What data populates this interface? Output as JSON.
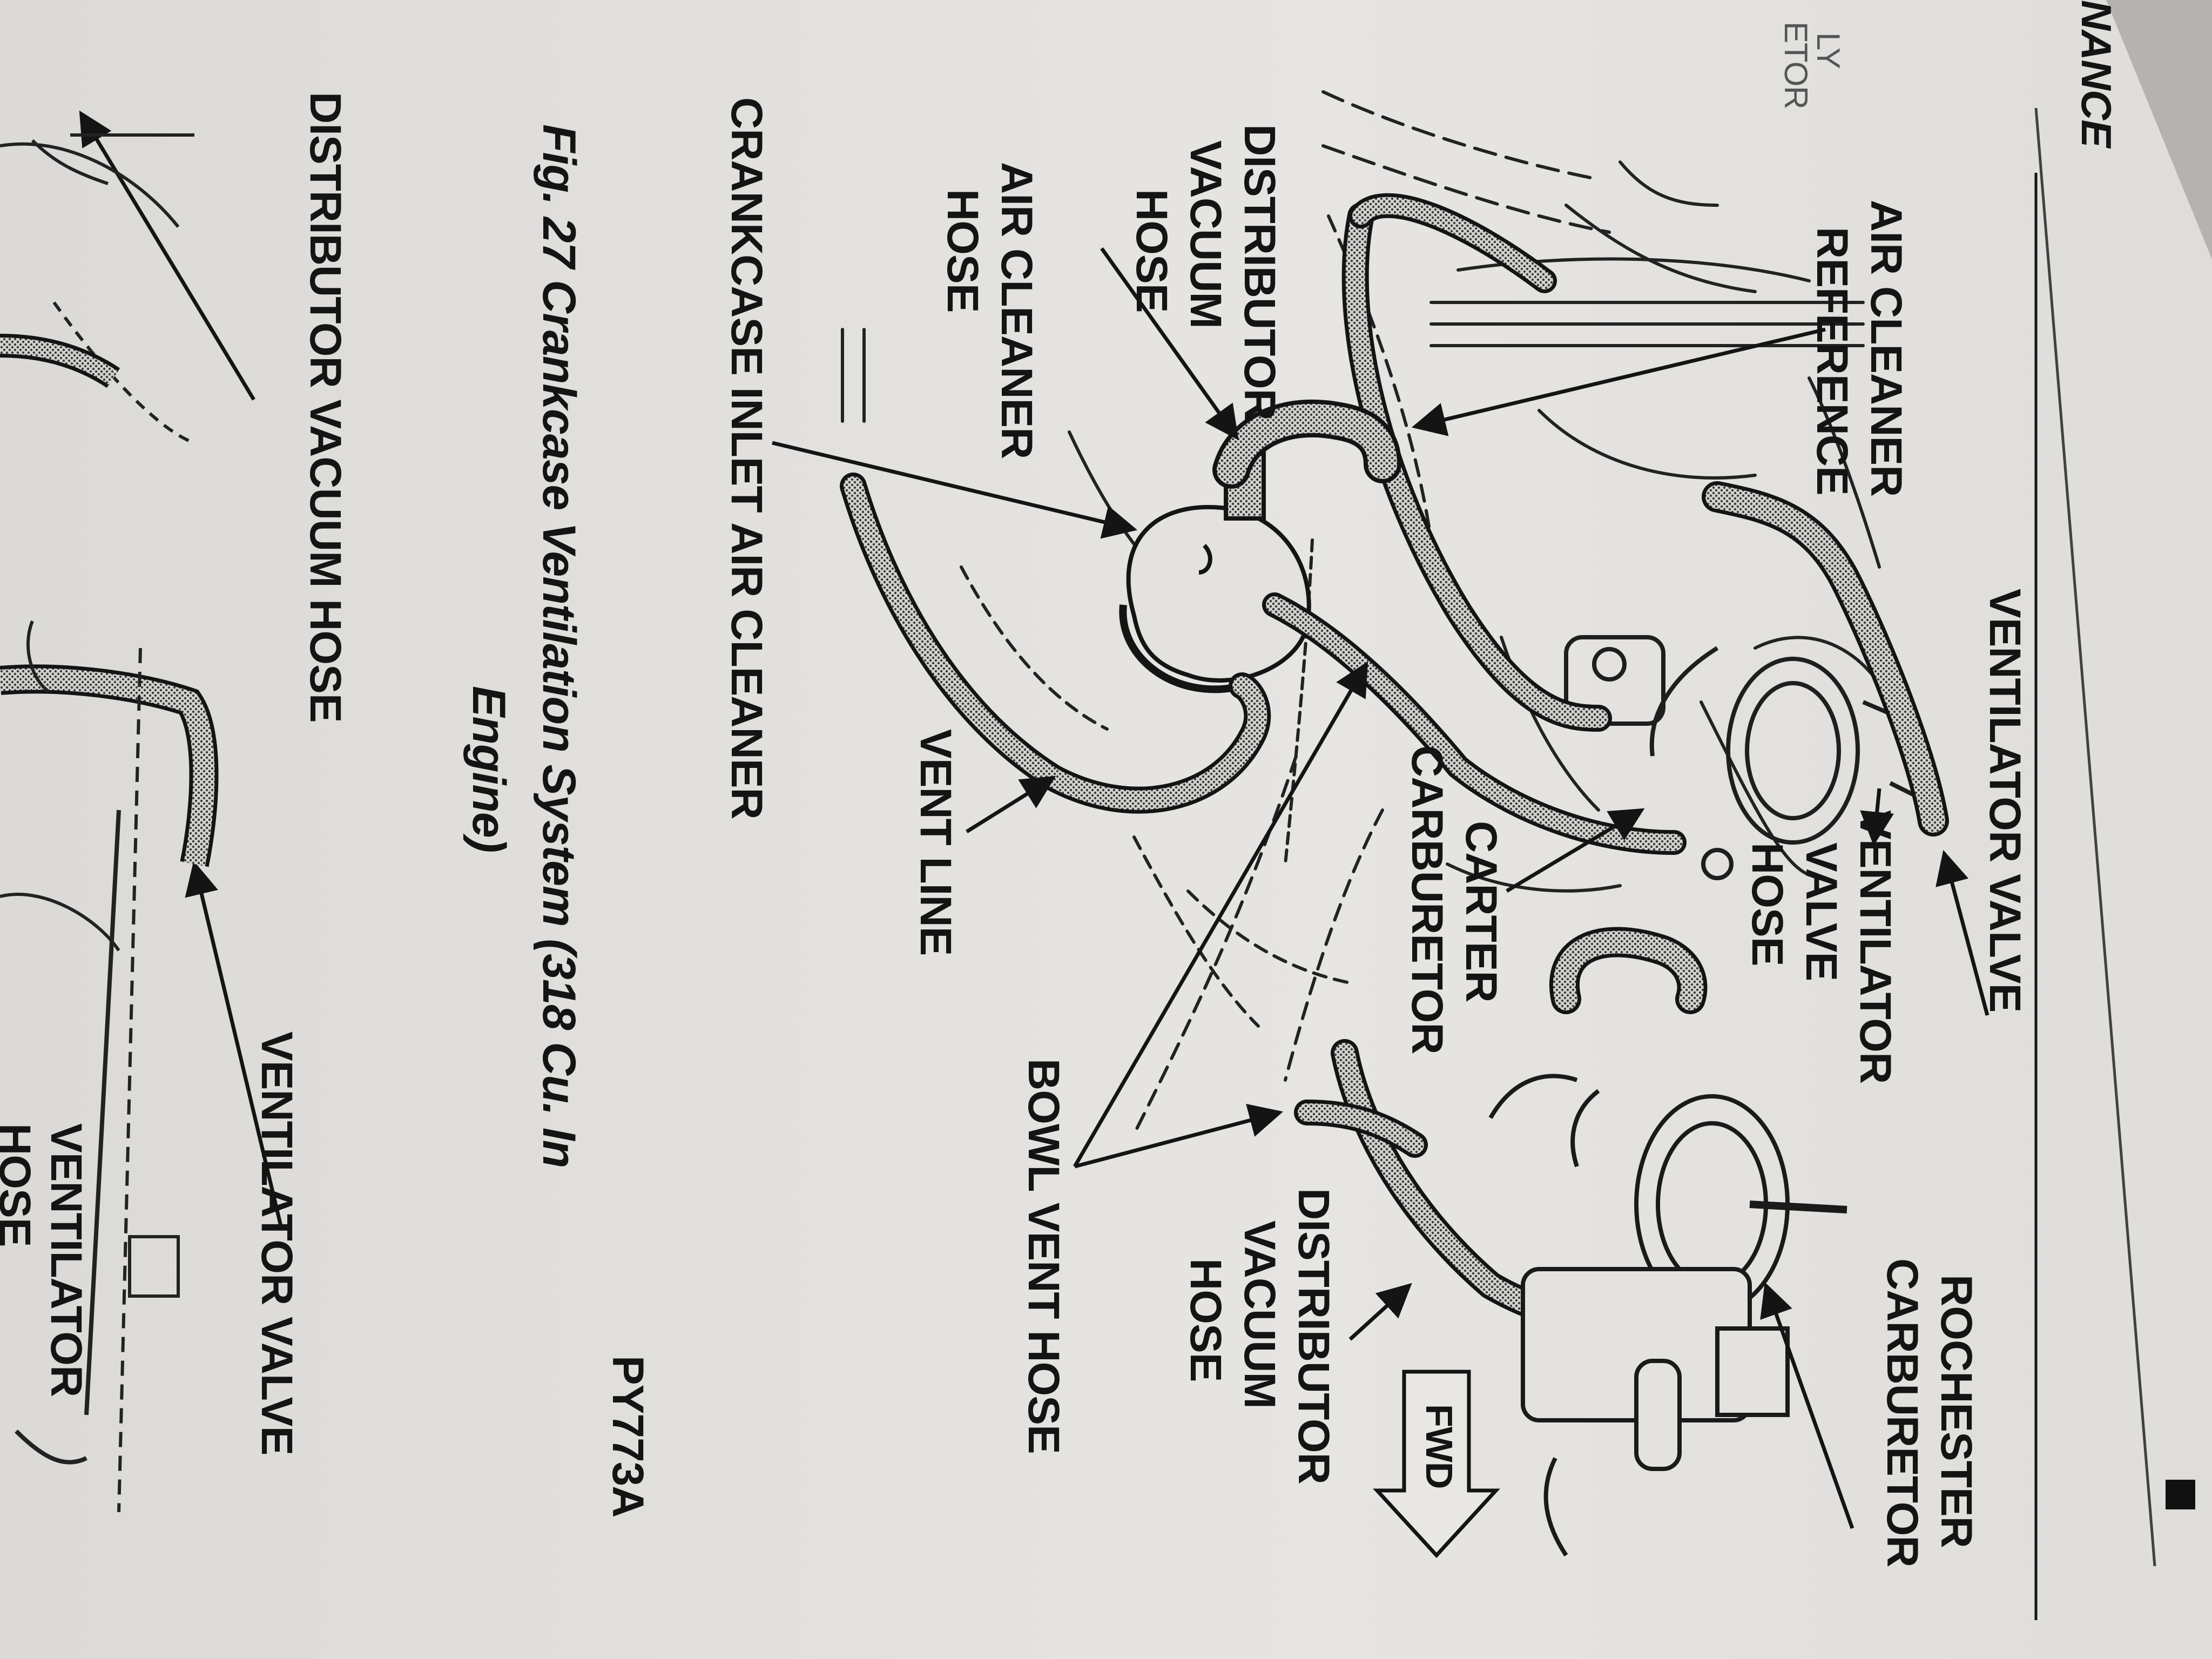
{
  "header": {
    "section_fragment": "NANCE",
    "left_margin_fragments": [
      "LY",
      "ETOR"
    ]
  },
  "figure": {
    "caption": "Fig. 27 Crankcase Ventilation System (318 Cu. In Engine)",
    "caption_line1": "Fig. 27 Crankcase Ventilation System (318 Cu. In",
    "caption_line2": "Engine)",
    "figure_code": "PY773A",
    "fwd_label": "FWD",
    "labels": {
      "ventilator_valve": "VENTILATOR VALVE",
      "ventilator_valve_hose": [
        "VENTILATOR",
        "VALVE",
        "HOSE"
      ],
      "rochester_carburetor": [
        "ROCHESTER",
        "CARBURETOR"
      ],
      "distributor_vacuum_hose_right": [
        "DISTRIBUTOR",
        "VACUUM",
        "HOSE"
      ],
      "bowl_vent_hose": "BOWL VENT HOSE",
      "carter_carburetor": [
        "CARTER",
        "CARBURETOR"
      ],
      "air_cleaner_reference": [
        "AIR CLEANER",
        "REFERENCE"
      ],
      "distributor_vacuum_hose_left": [
        "DISTRIBUTOR",
        "VACUUM",
        "HOSE"
      ],
      "air_cleaner_hose": [
        "AIR CLEANER",
        "HOSE"
      ],
      "crankcase_inlet_air_cleaner": "CRANKCASE INLET AIR CLEANER",
      "vent_line": "VENT LINE"
    }
  },
  "next_figure": {
    "distributor_vacuum_hose": "DISTRIBUTOR VACUUM HOSE",
    "ventilator_valve": "VENTILATOR VALVE",
    "ventilator_hose": [
      "VENTILATOR",
      "HOSE"
    ]
  },
  "colors": {
    "paper": "#e6e4e1",
    "ink": "#141414",
    "shadow": "#b9b7b4"
  }
}
